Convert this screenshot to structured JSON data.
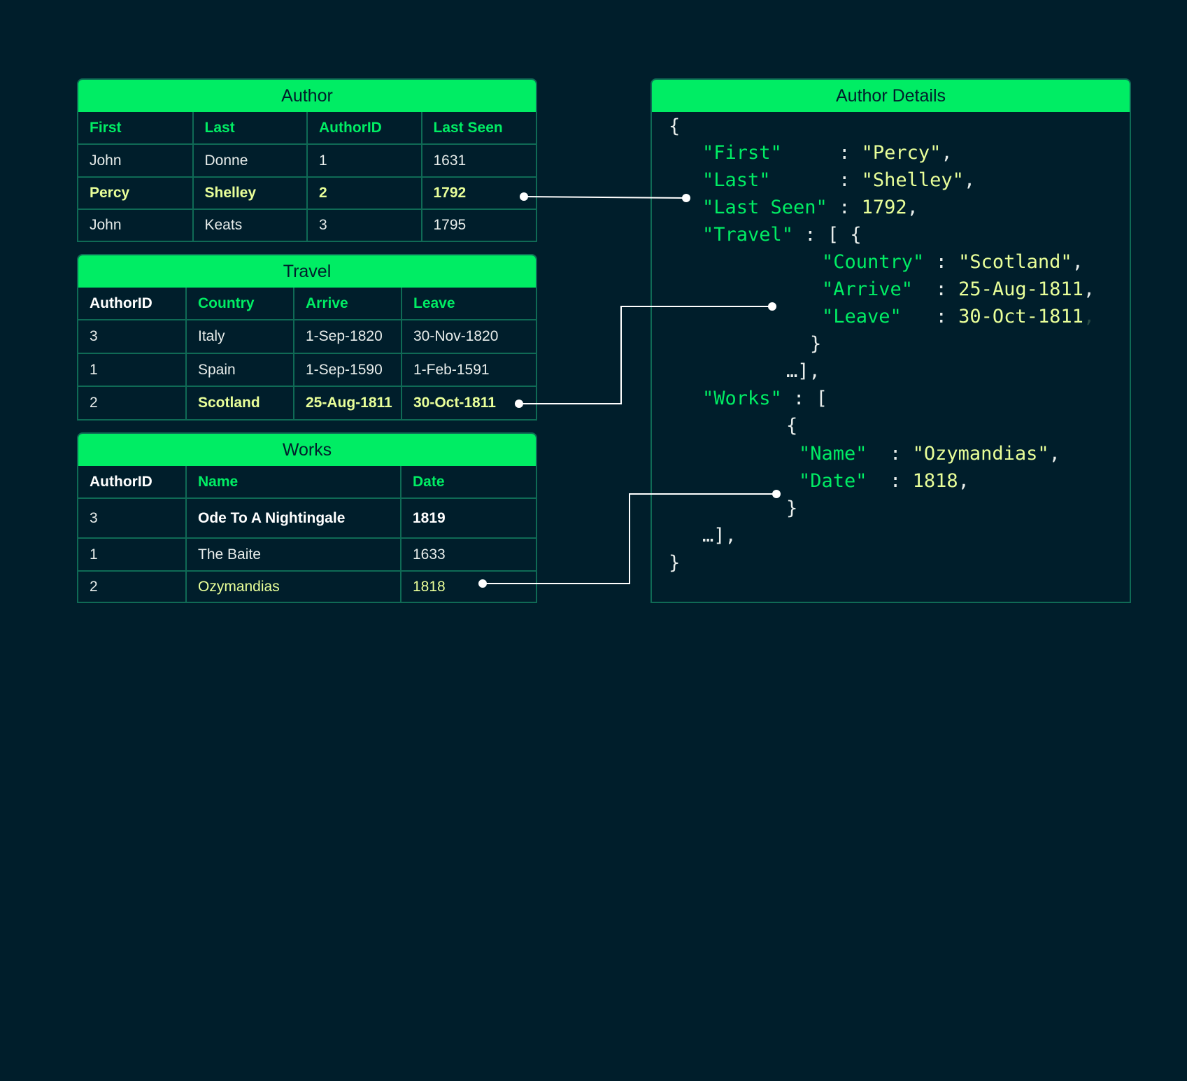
{
  "author": {
    "title": "Author",
    "headers": [
      "First",
      "Last",
      "AuthorID",
      "Last Seen"
    ],
    "rows": [
      [
        "John",
        "Donne",
        "1",
        "1631"
      ],
      [
        "Percy",
        "Shelley",
        "2",
        "1792"
      ],
      [
        "John",
        "Keats",
        "3",
        "1795"
      ]
    ]
  },
  "travel": {
    "title": "Travel",
    "headers": [
      "AuthorID",
      "Country",
      "Arrive",
      "Leave"
    ],
    "rows": [
      [
        "3",
        "Italy",
        "1-Sep-1820",
        "30-Nov-1820"
      ],
      [
        "1",
        "Spain",
        "1-Sep-1590",
        "1-Feb-1591"
      ],
      [
        "2",
        "Scotland",
        "25-Aug-1811",
        "30-Oct-1811"
      ]
    ]
  },
  "works": {
    "title": "Works",
    "headers": [
      "AuthorID",
      "Name",
      "Date"
    ],
    "rows": [
      [
        "3",
        "Ode To A Nightingale",
        "1819"
      ],
      [
        "1",
        "The Baite",
        "1633"
      ],
      [
        "2",
        "Ozymandias",
        "1818"
      ]
    ]
  },
  "details": {
    "title": "Author Details",
    "code": {
      "open_brace": "{",
      "first_key": "\"First\"",
      "first_sep": "     : ",
      "first_val": "\"Percy\"",
      "last_key": "\"Last\"",
      "last_sep": "      : ",
      "last_val": "\"Shelley\"",
      "lastseen_key": "\"Last Seen\"",
      "lastseen_sep": " : ",
      "lastseen_val": "1792",
      "travel_key": "\"Travel\"",
      "travel_sep": " : [ {",
      "country_key": "\"Country\"",
      "country_sep": " : ",
      "country_val": "\"Scotland\"",
      "arrive_key": "\"Arrive\"",
      "arrive_sep": "  : ",
      "arrive_val": "25-Aug-1811",
      "leave_key": "\"Leave\"",
      "leave_sep": "   : ",
      "leave_val": "30-Oct-1811",
      "travel_obj_close": "}",
      "travel_arr_close": "…],",
      "works_key": "\"Works\"",
      "works_sep": " : [",
      "works_obj_open": "{",
      "name_key": "\"Name\"",
      "name_sep": "  : ",
      "name_val": "\"Ozymandias\"",
      "date_key": "\"Date\"",
      "date_sep": "  : ",
      "date_val": "1818",
      "works_obj_close": "}",
      "works_arr_close": "…],",
      "close_brace": "}",
      "comma": ","
    }
  },
  "colors": {
    "background": "#001e2b",
    "accent_green": "#00ed64",
    "highlight_yellow": "#e9ff99",
    "border": "#0f6a55"
  }
}
